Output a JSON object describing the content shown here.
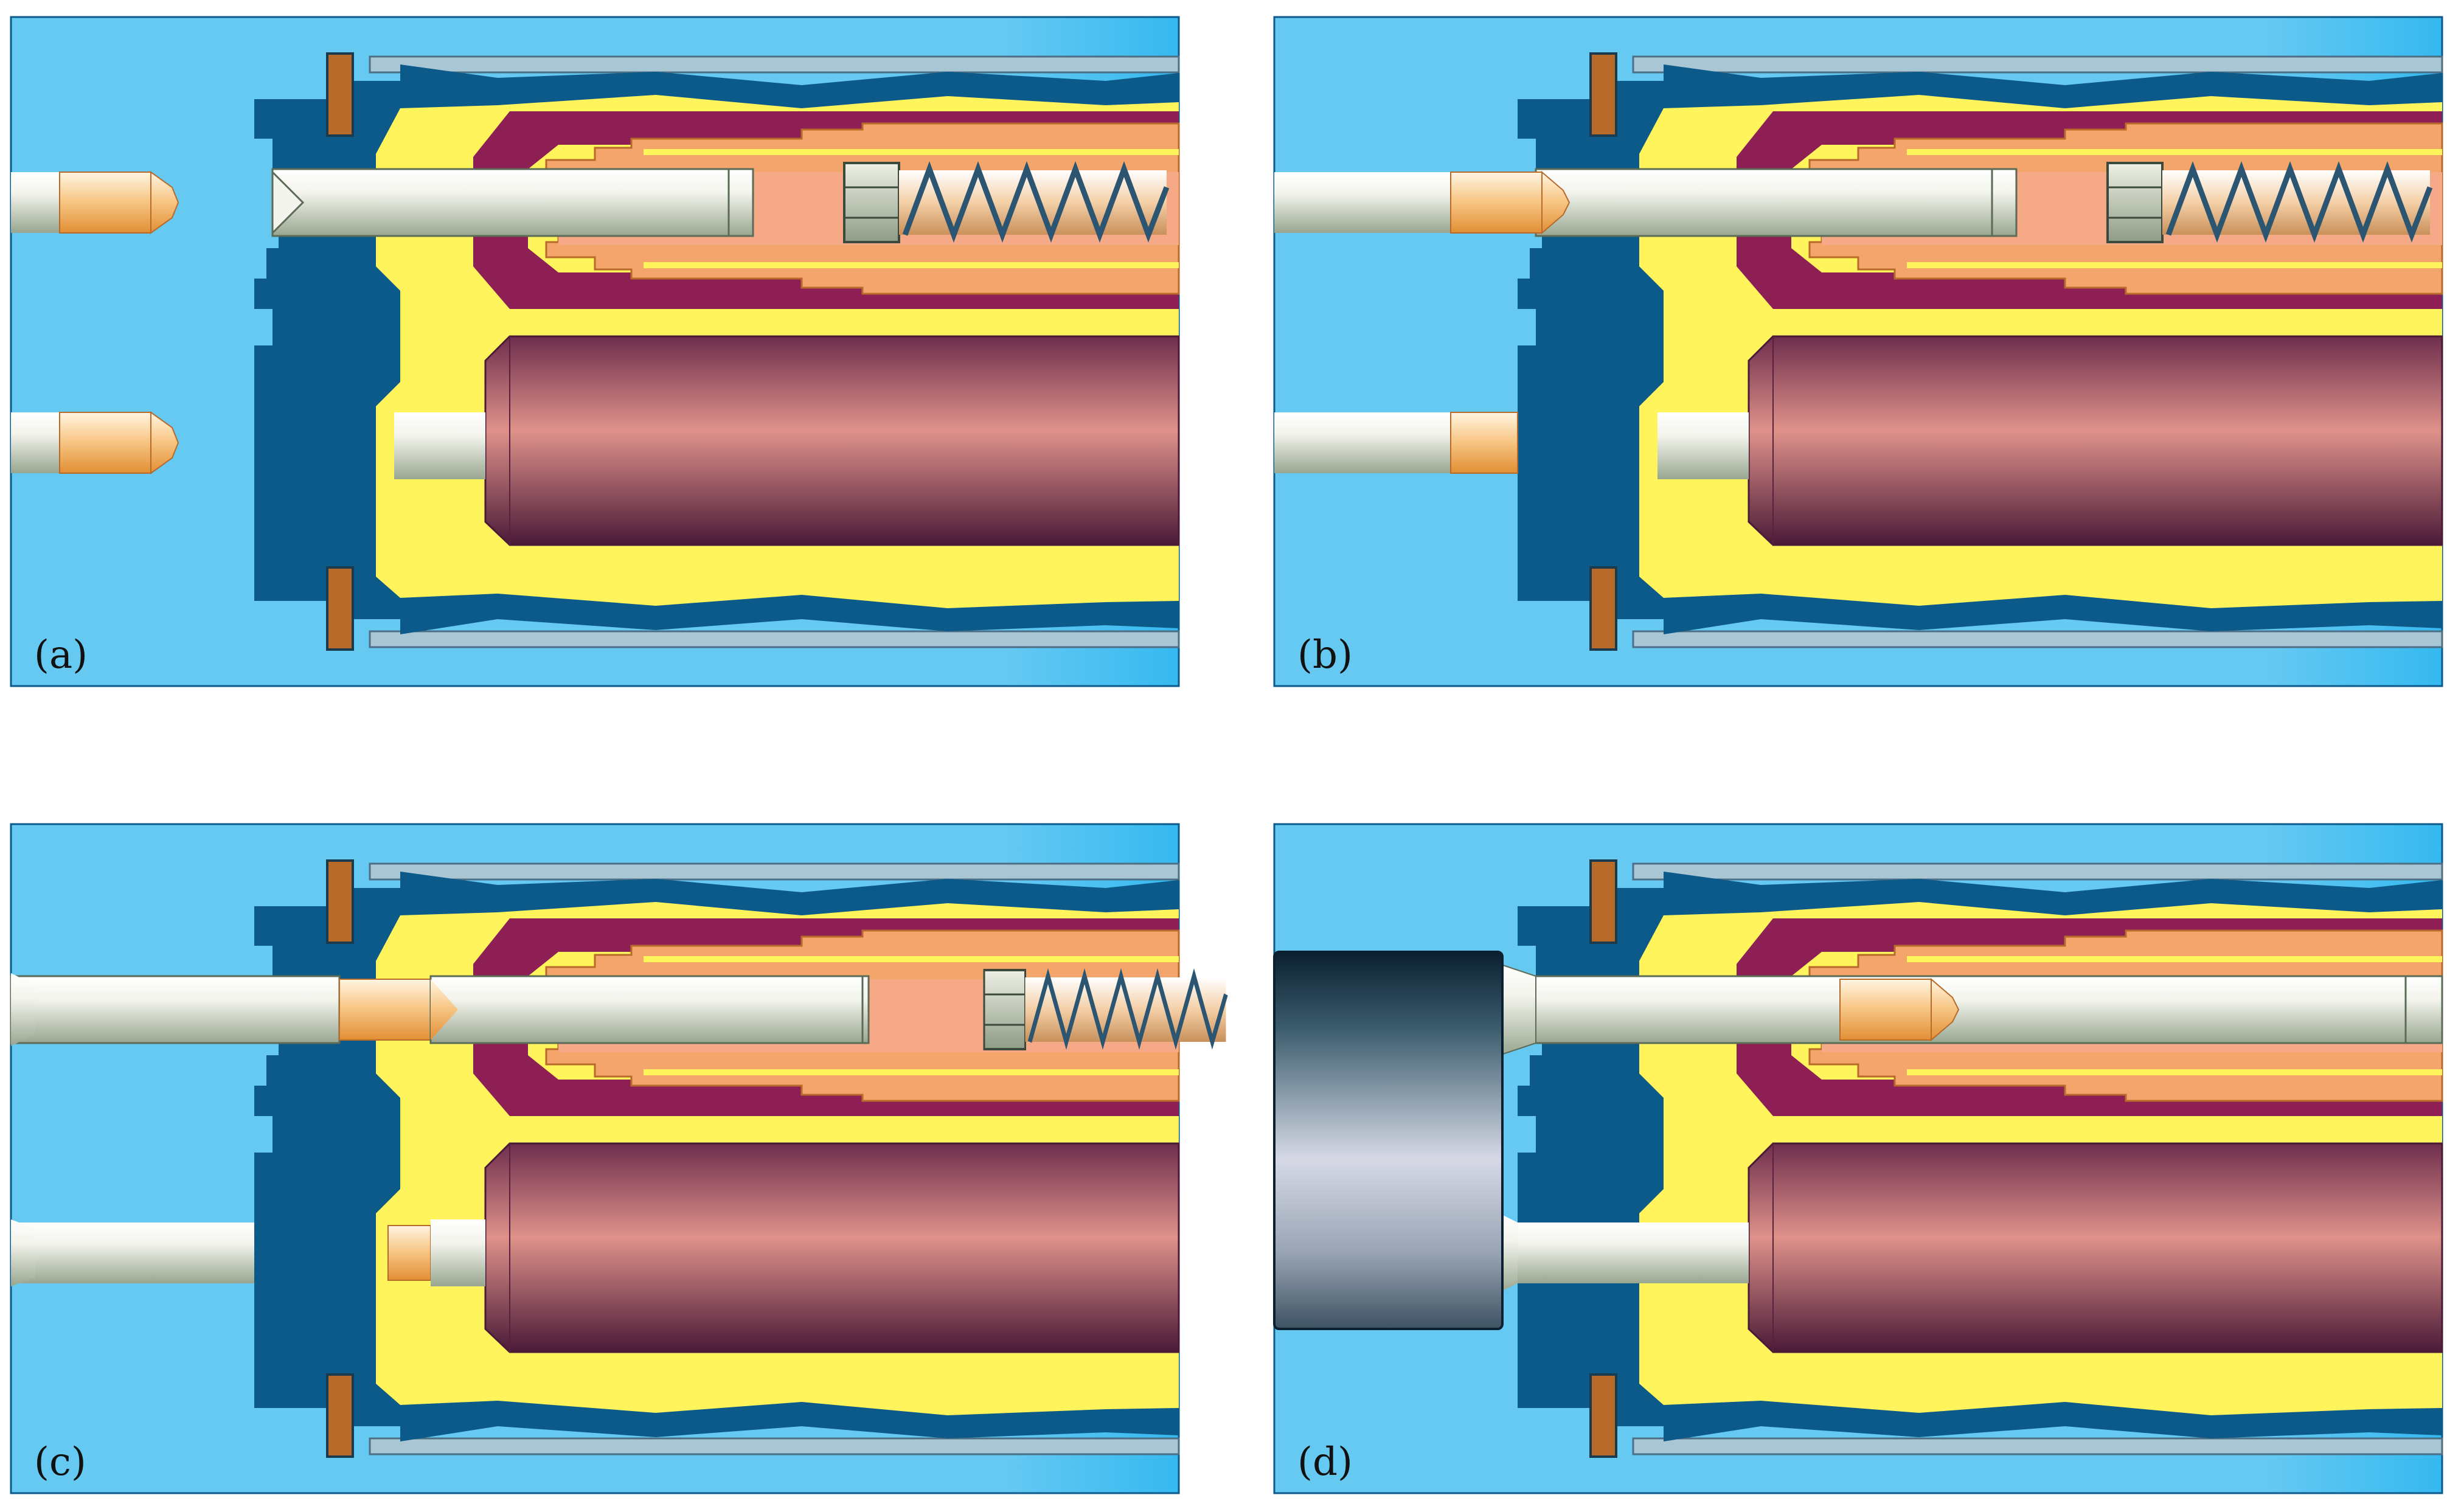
{
  "panels": [
    {
      "id": "a",
      "label": "(a)",
      "state": "separated"
    },
    {
      "id": "b",
      "label": "(b)",
      "state": "pins-contact"
    },
    {
      "id": "c",
      "label": "(c)",
      "state": "pin-inserted"
    },
    {
      "id": "d",
      "label": "(d)",
      "state": "fully-mated"
    }
  ],
  "colors": {
    "water": "#66c9f2",
    "outer_shell": "#0b5a8a",
    "insulation": "#fff45c",
    "inner_housing": "#8e1f55",
    "contact_sleeve": "#f3a56b",
    "flange": "#b86a2a",
    "rod_light": "#f4f4ee",
    "rod_dark": "#9aa893",
    "pin_tip_light": "#fff1d8",
    "pin_tip_dark": "#e89b45",
    "cylinder_light": "#e19089",
    "cylinder_dark": "#5e2344",
    "housing_guide_light": "#d6d9e5",
    "housing_guide_dark": "#0b2030"
  }
}
